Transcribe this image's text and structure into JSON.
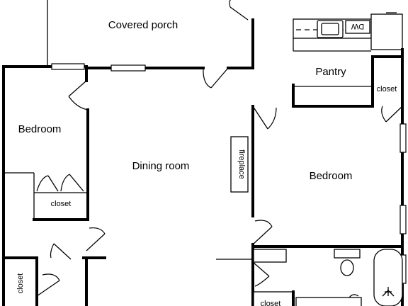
{
  "rooms": {
    "covered_porch": "Covered porch",
    "pantry": "Pantry",
    "bedroom_left": "Bedroom",
    "dining_room": "Dining room",
    "bedroom_right": "Bedroom"
  },
  "fixtures": {
    "fireplace": "fireplace",
    "closet_left": "closet",
    "closet_pantry": "closet",
    "closet_lower_left": "closet",
    "closet_bottom": "closet",
    "dishwasher": "DW"
  }
}
